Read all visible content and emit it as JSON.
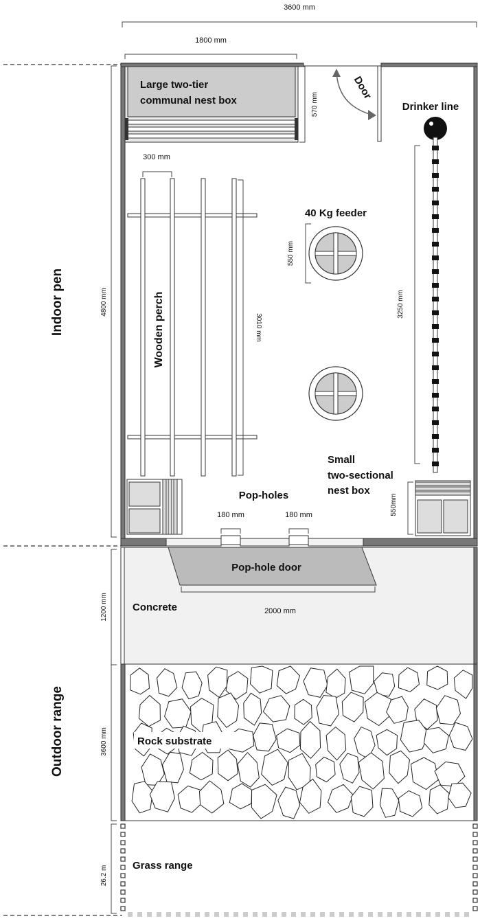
{
  "dimensions": {
    "total_width": "3600 mm",
    "nest_box_width": "1800 mm",
    "nest_box_depth": "570 mm",
    "perch_spacing": "300 mm",
    "indoor_length": "4800 mm",
    "feeder_diameter": "550 mm",
    "perch_length": "3010 mm",
    "drinker_length": "3250 mm",
    "small_nest_box_depth": "550mm",
    "pop_hole_width_1": "180 mm",
    "pop_hole_width_2": "180 mm",
    "pop_hole_door_width": "2000 mm",
    "concrete_length": "1200 mm",
    "rock_length": "3600 mm",
    "grass_length": "26.2 m"
  },
  "zones": {
    "indoor": "Indoor pen",
    "outdoor": "Outdoor range"
  },
  "labels": {
    "large_nest_box_line1": "Large two-tier",
    "large_nest_box_line2": "communal nest box",
    "door": "Door",
    "drinker": "Drinker line",
    "feeder": "40 Kg feeder",
    "perch": "Wooden perch",
    "small_nest_box_line1": "Small",
    "small_nest_box_line2": "two-sectional",
    "small_nest_box_line3": "nest box",
    "pop_holes": "Pop-holes",
    "pop_hole_door": "Pop-hole door",
    "concrete": "Concrete",
    "rock": "Rock substrate",
    "grass": "Grass range"
  }
}
